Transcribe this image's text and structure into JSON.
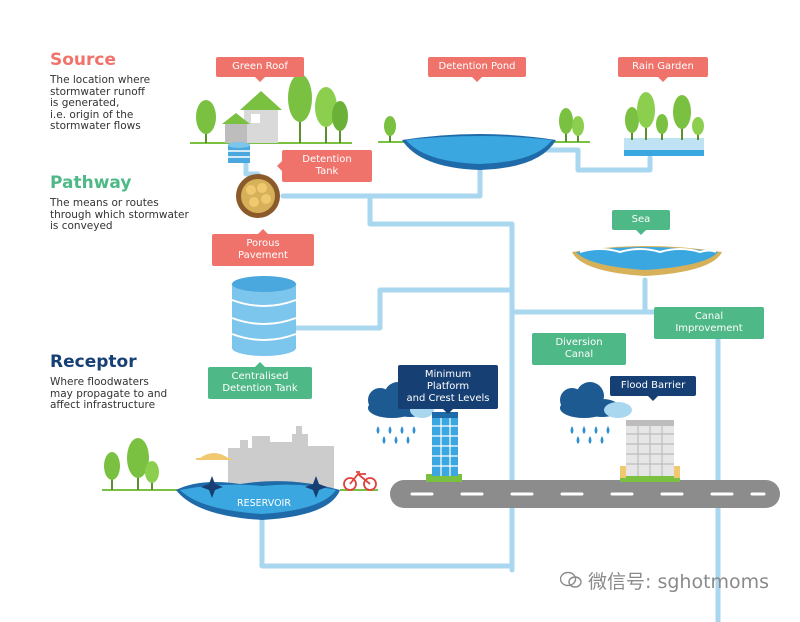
{
  "sections": {
    "source": {
      "title": "Source",
      "description": "The location where\nstormwater runoff\nis generated,\ni.e. origin of the\nstormwater flows",
      "color": "#f0736b"
    },
    "pathway": {
      "title": "Pathway",
      "description": "The means or routes\nthrough which stormwater\nis conveyed",
      "color": "#4fb887"
    },
    "receptor": {
      "title": "Receptor",
      "description": "Where floodwaters\nmay propagate to and\naffect infrastructure",
      "color": "#163f73"
    }
  },
  "labels": {
    "green_roof": "Green Roof",
    "detention_pond": "Detention Pond",
    "rain_garden": "Rain Garden",
    "detention_tank": "Detention Tank",
    "porous_pavement": "Porous Pavement",
    "sea": "Sea",
    "canal_improvement": "Canal Improvement",
    "diversion_canal": "Diversion Canal",
    "centralised_detention_tank": "Centralised\nDetention Tank",
    "minimum_platform": "Minimum Platform\nand Crest Levels",
    "flood_barrier": "Flood Barrier",
    "reservoir": "RESERVOIR"
  },
  "watermark": "微信号: sghotmoms",
  "colors": {
    "pipe": "#a9d7ef",
    "water": "#3aa7e0",
    "tree": "#7ac142",
    "road": "#8c8c8c",
    "building": "#cccccc",
    "cloud": "#1d5a92",
    "rain": "#2f8fd0"
  }
}
